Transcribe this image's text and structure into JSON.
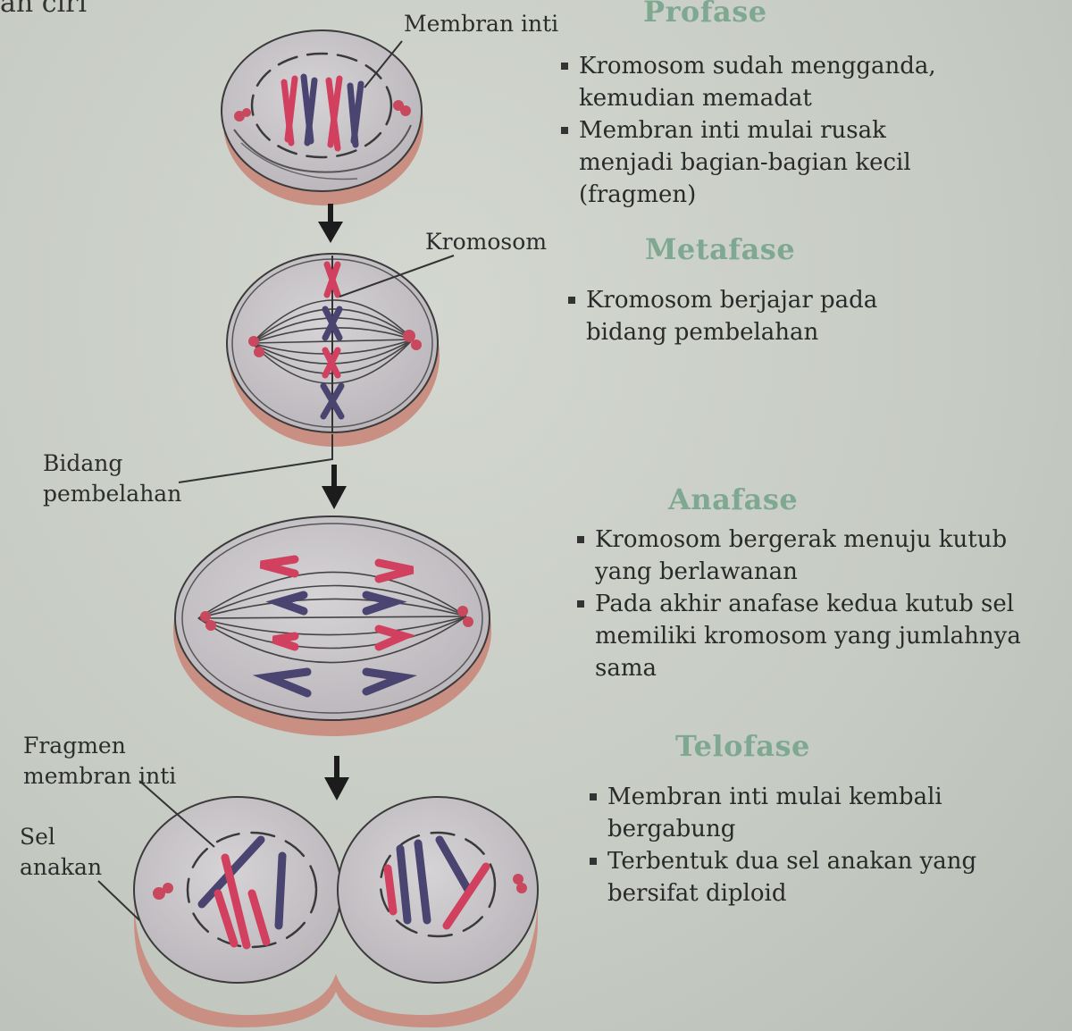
{
  "corner_text": "an ciri",
  "labels": {
    "membran_inti": "Membran inti",
    "kromosom": "Kromosom",
    "bidang_pembelahan": "Bidang\npembelahan",
    "fragmen_membran_inti": "Fragmen\nmembran inti",
    "sel_anakan": "Sel\nanakan"
  },
  "phases": [
    {
      "title": "Profase",
      "bullets": [
        "Kromosom sudah mengganda, kemudian memadat",
        "Membran inti mulai rusak menjadi bagian-bagian kecil (fragmen)"
      ]
    },
    {
      "title": "Metafase",
      "bullets": [
        "Kromosom berjajar pada bidang pembelahan"
      ]
    },
    {
      "title": "Anafase",
      "bullets": [
        "Kromosom bergerak menuju kutub yang berlawanan",
        "Pada akhir anafase kedua kutub sel memiliki kromosom yang jumlahnya sama"
      ]
    },
    {
      "title": "Telofase",
      "bullets": [
        "Membran inti mulai kembali bergabung",
        "Terbentuk dua sel anakan yang bersifat diploid"
      ]
    }
  ],
  "colors": {
    "title_green": "#7fa890",
    "chromosome_red": "#d1405e",
    "chromosome_purple": "#4a4470",
    "cell_fill": "#c9c5c8",
    "cell_rim": "#d39a8e"
  }
}
